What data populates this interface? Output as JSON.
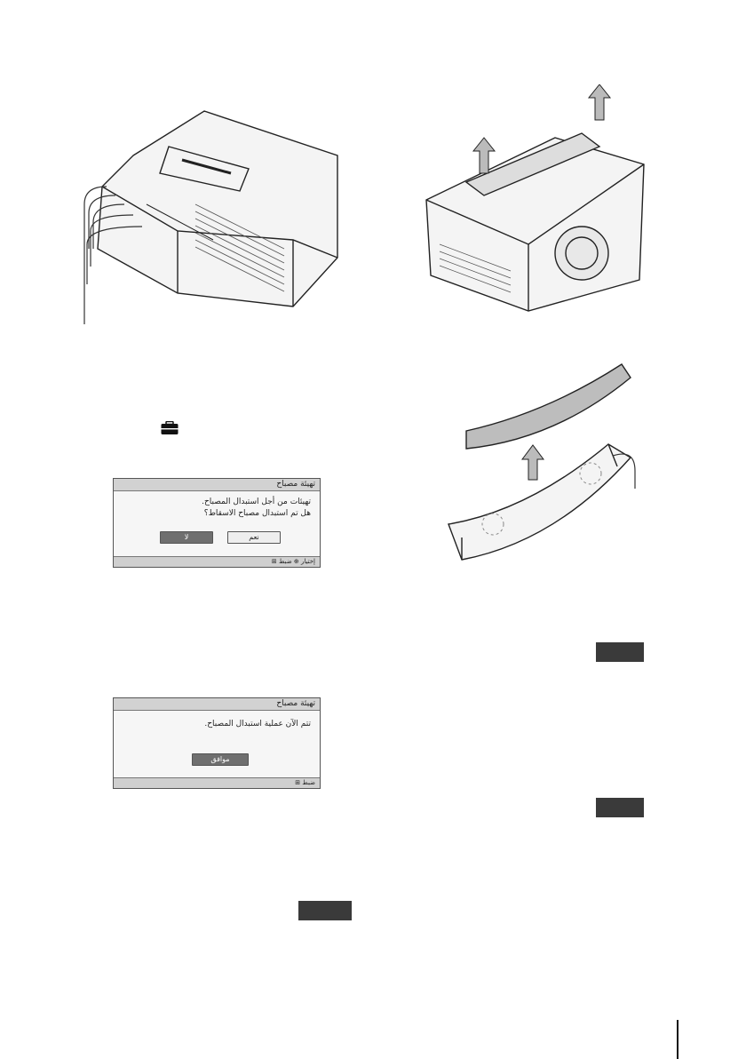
{
  "dialog_lamp_confirm": {
    "title": "تهيئة مصباح",
    "line1": "تهيئات من أجل استبدال المصباح.",
    "line2": "هل تم استبدال مصباح الاسقاط؟",
    "btn_no": "لا",
    "btn_yes": "نعم",
    "footer": "إختيار ⊕  ضبط ⊞"
  },
  "dialog_lamp_done": {
    "title": "تهيئة مصباح",
    "line1": "تتم الآن عملية استبدال المصباح.",
    "btn_ok": "موافق",
    "footer": "ضبط ⊞"
  },
  "colors": {
    "ink": "#222222",
    "osd_selected": "#6f6f6f",
    "blackbox": "#3a3a3a"
  },
  "icons": [
    "toolbox-icon"
  ]
}
